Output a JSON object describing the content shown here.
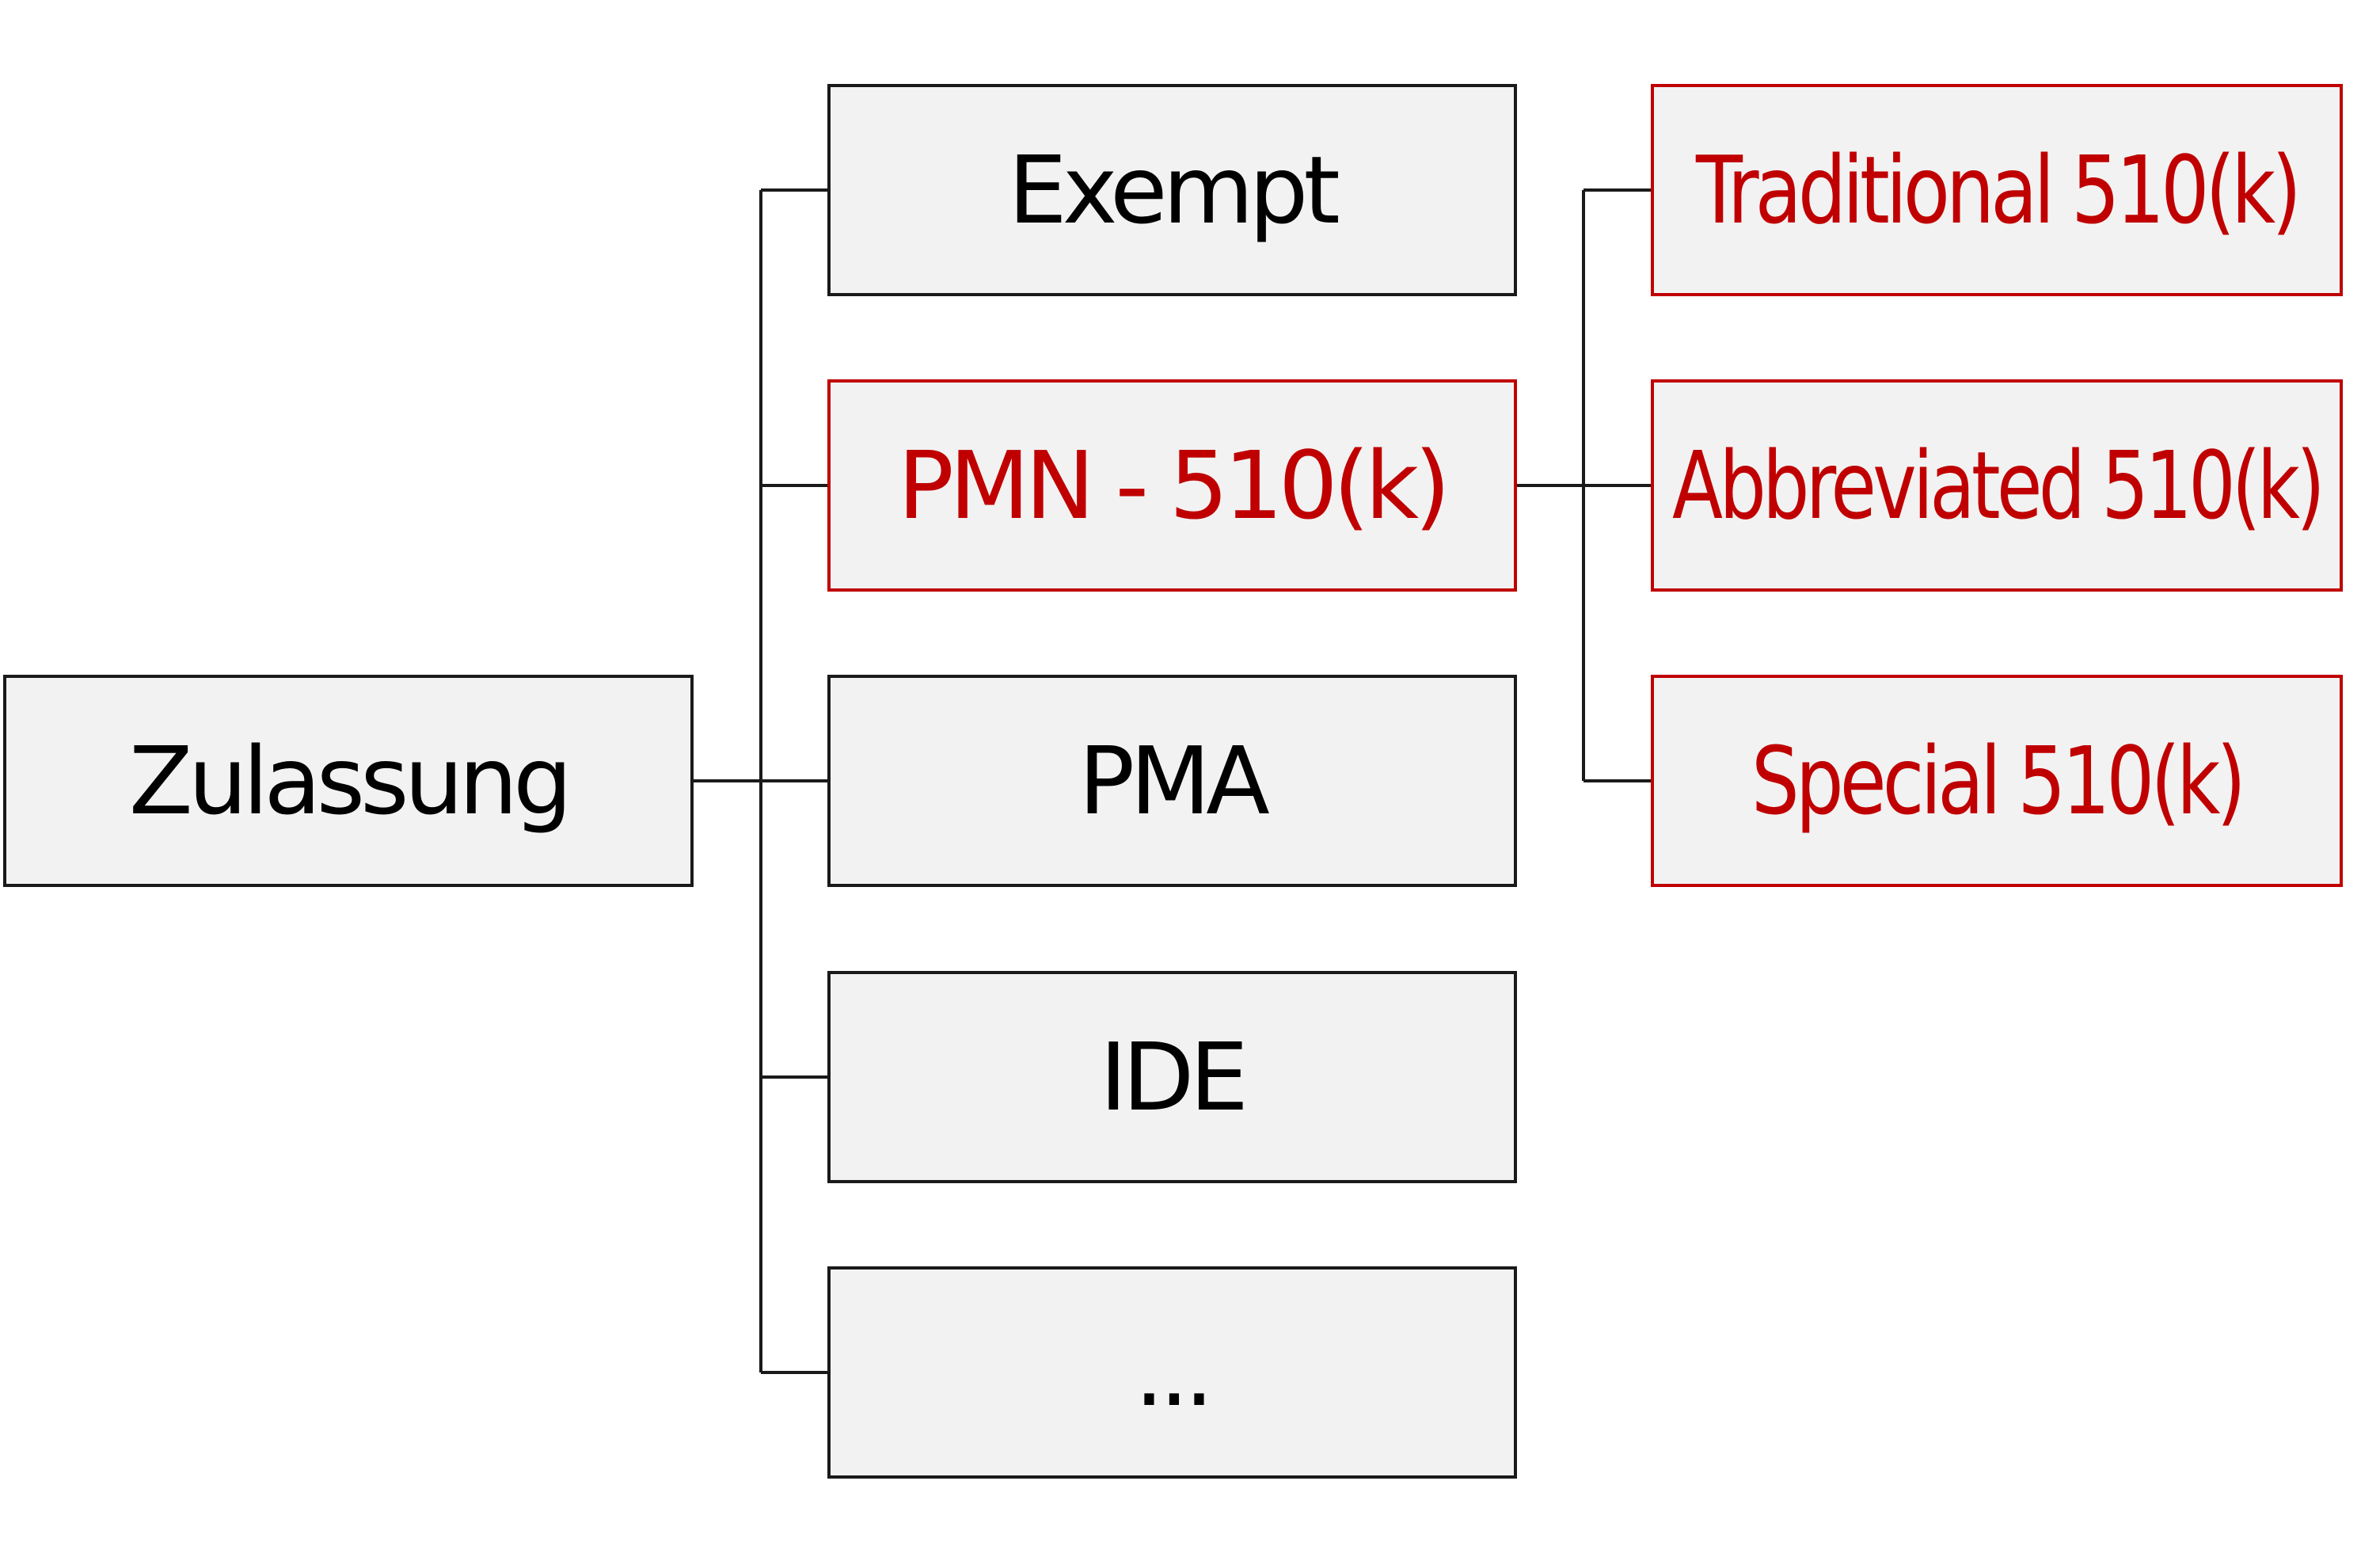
{
  "colors": {
    "default_text": "#000000",
    "highlight_text": "#c00000",
    "default_border": "#1a1a1a",
    "highlight_border": "#c00000",
    "box_fill": "#f2f2f2",
    "line": "#1a1a1a"
  },
  "root": {
    "label": "Zulassung"
  },
  "level1": [
    {
      "label": "Exempt",
      "highlighted": false
    },
    {
      "label": "PMN - 510(k)",
      "highlighted": true
    },
    {
      "label": "PMA",
      "highlighted": false
    },
    {
      "label": "IDE",
      "highlighted": false
    },
    {
      "label": "...",
      "highlighted": false
    }
  ],
  "level2": [
    {
      "label": "Traditional 510(k)",
      "highlighted": true
    },
    {
      "label": "Abbreviated 510(k)",
      "highlighted": true
    },
    {
      "label": "Special 510(k)",
      "highlighted": true
    }
  ]
}
